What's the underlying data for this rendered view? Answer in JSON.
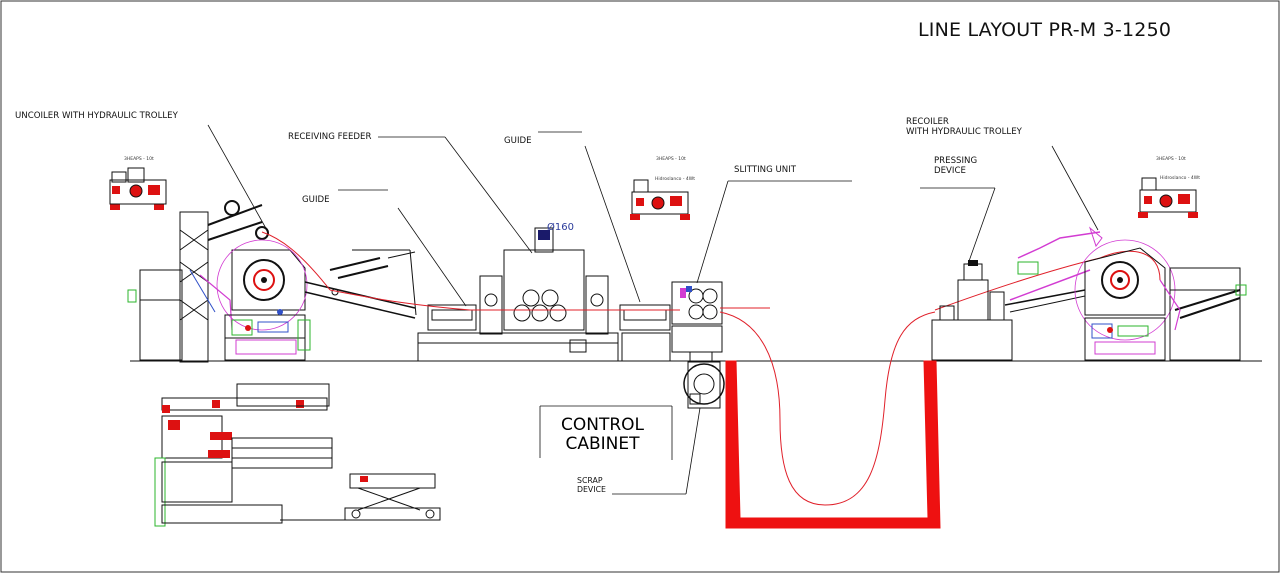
{
  "title": "LINE LAYOUT PR-M 3-1250",
  "labels": {
    "uncoiler": "UNCOILER WITH HYDRAULIC TROLLEY",
    "receiving_feeder": "RECEIVING FEEDER",
    "guide_left": "GUIDE",
    "guide_center": "GUIDE",
    "slitting_unit": "SLITTING UNIT",
    "recoiler_line1": "RECOILER",
    "recoiler_line2": "WITH HYDRAULIC TROLLEY",
    "pressing_line1": "PRESSING",
    "pressing_line2": "DEVICE",
    "control_line1": "CONTROL",
    "control_line2": "CABINET",
    "scrap_line1": "SCRAP",
    "scrap_line2": "DEVICE",
    "diameter": "Ø160"
  },
  "hydraulic_units": {
    "left_tag": "3HEAPS - 10t",
    "center_tag": "3HEAPS - 10t",
    "center_sub": "Hidroslanco - 4Wt",
    "right_tag": "3HEAPS - 10t",
    "right_sub": "Hidroslanco - 4Wt"
  },
  "colors": {
    "line": "#111111",
    "strip": "#e0202a",
    "pit": "#ee1111",
    "magenta": "#d23cd2",
    "green": "#2bb52b",
    "blue": "#3050c8",
    "cyan": "#20a0c0"
  }
}
